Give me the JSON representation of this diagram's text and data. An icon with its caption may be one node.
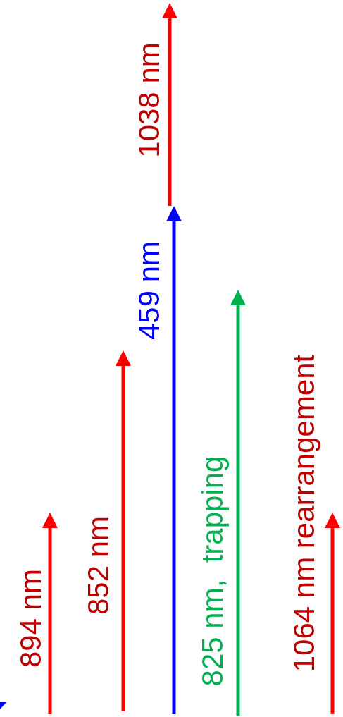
{
  "diagram": {
    "labels": [
      "1038 nm",
      "459 nm",
      "852 nm",
      "825 nm,  trapping",
      "1064 nm rearrangement",
      "894 nm"
    ]
  }
}
